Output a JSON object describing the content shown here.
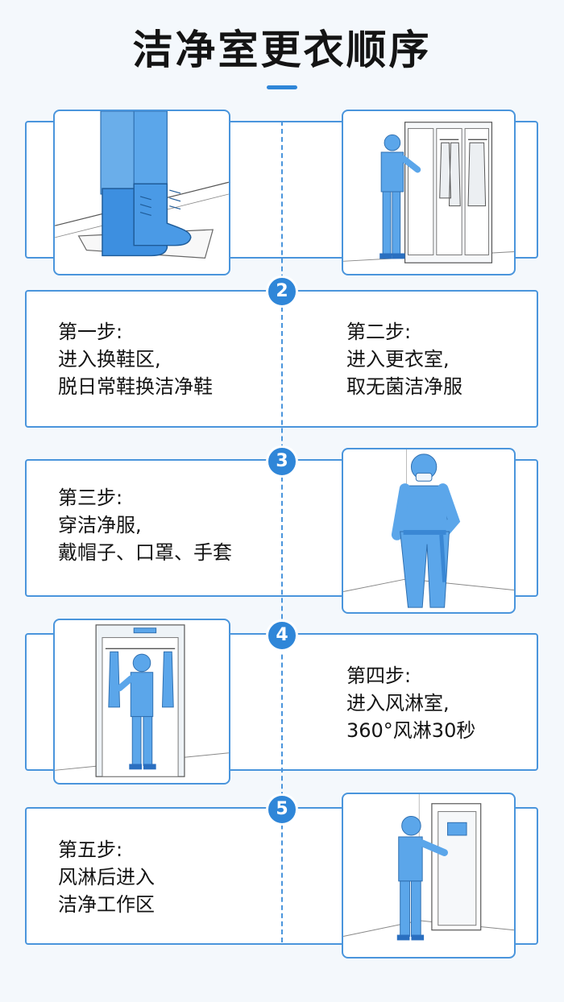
{
  "title": "洁净室更衣顺序",
  "step_badges": [
    "2",
    "3",
    "4",
    "5"
  ],
  "steps": [
    {
      "heading": "第一步:",
      "lines": [
        "进入换鞋区,",
        "脱日常鞋换洁净鞋"
      ]
    },
    {
      "heading": "第二步:",
      "lines": [
        "进入更衣室,",
        "取无菌洁净服"
      ]
    },
    {
      "heading": "第三步:",
      "lines": [
        "穿洁净服,",
        "戴帽子、口罩、手套"
      ]
    },
    {
      "heading": "第四步:",
      "lines": [
        "进入风淋室,",
        "360°风淋30秒"
      ]
    },
    {
      "heading": "第五步:",
      "lines": [
        "风淋后进入",
        "洁净工作区"
      ]
    }
  ],
  "colors": {
    "accent": "#2f86d8",
    "border": "#4a95dc",
    "suit": "#5ba6ea",
    "suit_dark": "#3a87d4",
    "background": "#f4f8fc"
  },
  "illustrations": [
    "clean-shoes-icon",
    "wardrobe-icon",
    "cleanroom-suit-worker-icon",
    "air-shower-icon",
    "cleanroom-door-icon"
  ]
}
